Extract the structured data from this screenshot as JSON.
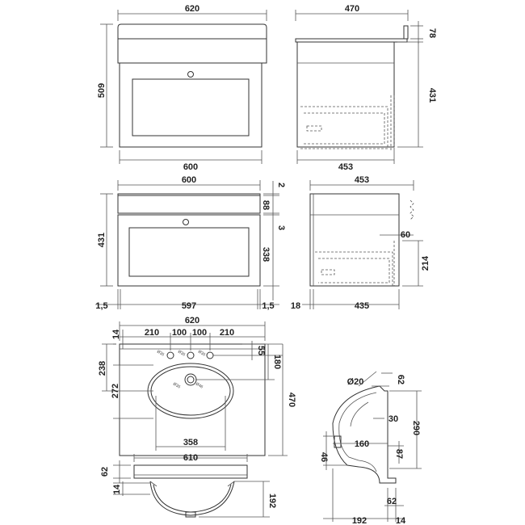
{
  "views": {
    "front_top": {
      "width_top": "620",
      "width_bottom": "600",
      "height": "509"
    },
    "side_top": {
      "depth_top": "470",
      "depth_bottom": "453",
      "upstand": "78",
      "cabinet_height": "431"
    },
    "front_mid": {
      "width": "600",
      "height": "431",
      "top_gap": "2",
      "top_panel": "88",
      "gap": "3",
      "drawer": "338",
      "left_side": "1,5",
      "inner_width": "597",
      "right_side": "1,5"
    },
    "side_mid": {
      "depth": "453",
      "offset": "60",
      "drawer_height": "214",
      "back": "18",
      "inner_depth": "435"
    },
    "basin_plan": {
      "overall_width": "620",
      "tap_left": "210",
      "tap_a": "100",
      "tap_b": "100",
      "tap_right": "210",
      "back_edge": "14",
      "tap_depth": "55",
      "bowl_centre": "180",
      "bowl_depth": "238",
      "bowl_front": "272",
      "overall_depth": "470",
      "bowl_width": "358"
    },
    "basin_section": {
      "overall_width": "610",
      "rim": "62",
      "edge": "14",
      "bowl_depth": "192"
    },
    "basin_side": {
      "waste_dia": "Ø20",
      "rim_top": "62",
      "overflow": "30",
      "bowl_height": "290",
      "waste_pos": "160",
      "waste_drop": "87",
      "rim_side": "46",
      "bottom_offset": "62",
      "base_width": "192",
      "base_edge": "14"
    }
  }
}
